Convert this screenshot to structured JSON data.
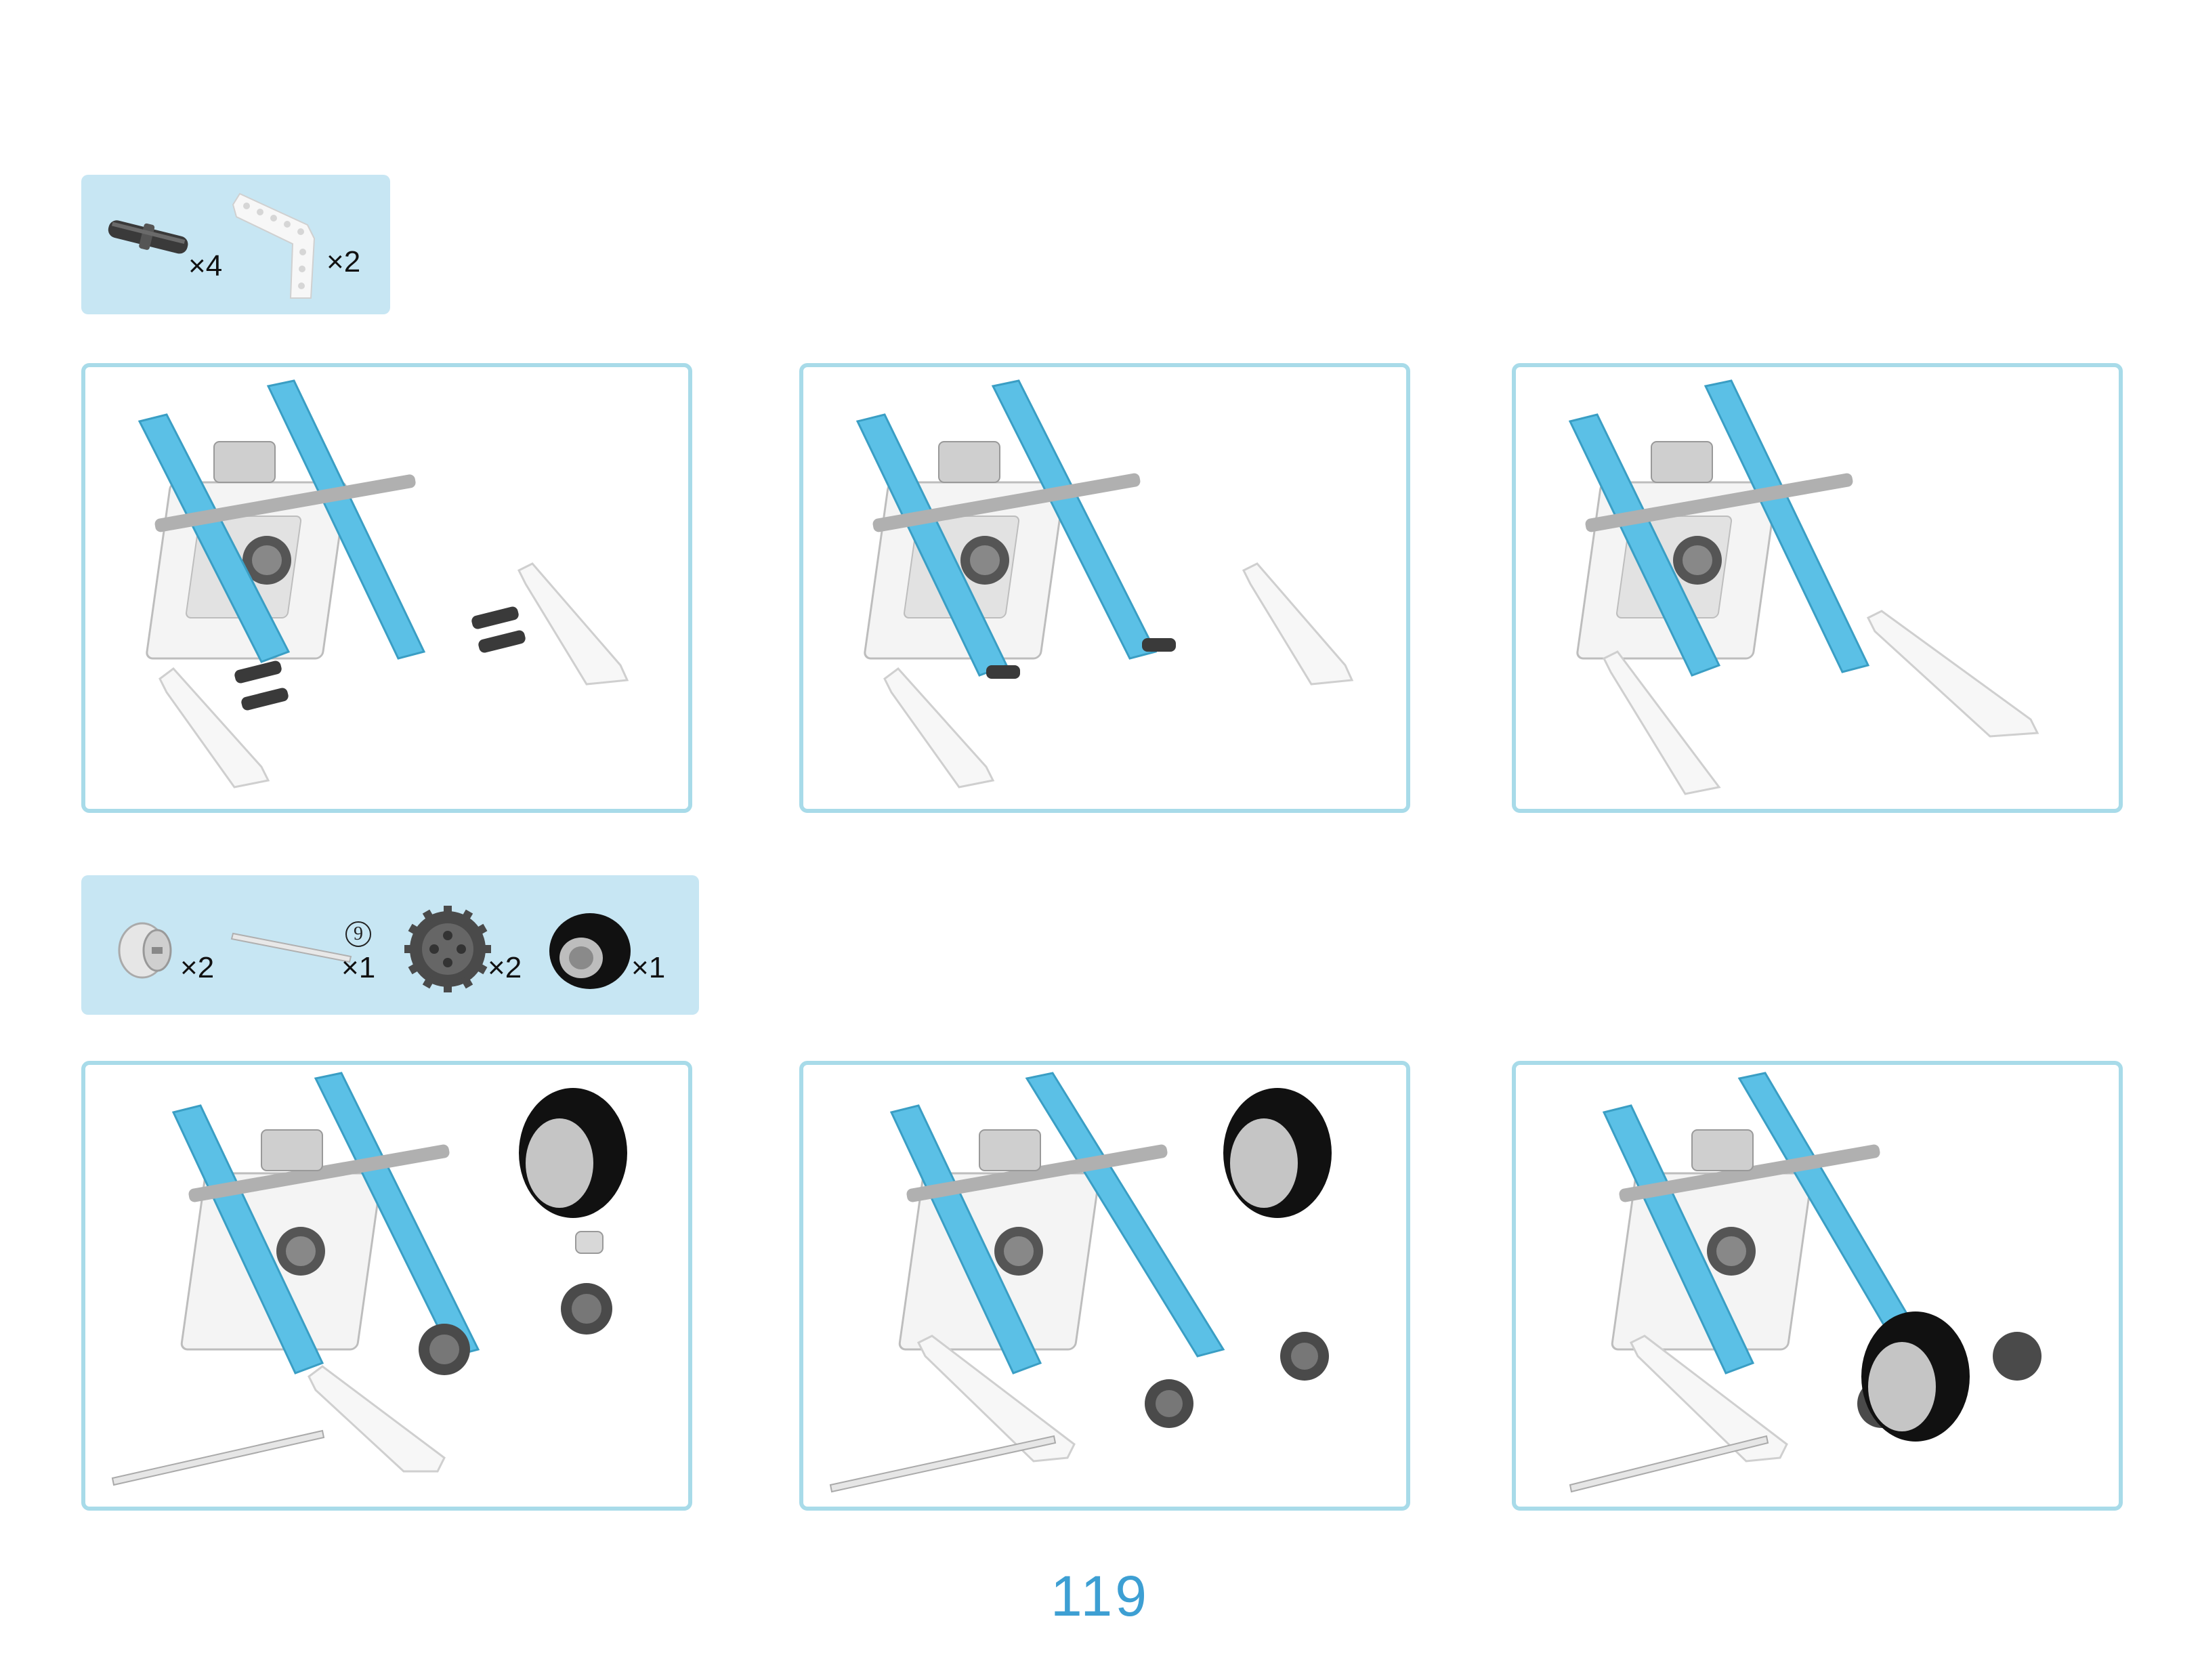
{
  "parts_box_1": {
    "items": [
      {
        "icon": "black-connector-pin-icon",
        "qty": "×4"
      },
      {
        "icon": "white-bent-beam-icon",
        "qty": "×2"
      }
    ]
  },
  "parts_box_2": {
    "items": [
      {
        "icon": "bushing-icon",
        "qty": "×2"
      },
      {
        "icon": "axle-icon",
        "qty": "×1",
        "length_badge": "9"
      },
      {
        "icon": "gear-icon",
        "qty": "×2"
      },
      {
        "icon": "wheel-icon",
        "qty": "×1"
      }
    ]
  },
  "steps": [
    {
      "id": 1,
      "parts": [
        "chassis",
        "pins",
        "bent-beams"
      ]
    },
    {
      "id": 2,
      "parts": [
        "chassis",
        "pins-inserted",
        "bent-beams"
      ]
    },
    {
      "id": 3,
      "parts": [
        "chassis",
        "bent-beams-attached"
      ]
    },
    {
      "id": 4,
      "parts": [
        "chassis",
        "wheel",
        "bushing",
        "gears",
        "axle"
      ]
    },
    {
      "id": 5,
      "parts": [
        "chassis",
        "wheel",
        "gears",
        "axle"
      ]
    },
    {
      "id": 6,
      "parts": [
        "chassis",
        "wheel-mounted",
        "gears",
        "axle"
      ]
    }
  ],
  "colors": {
    "accent_blue": "#5bc0e6",
    "frame": "#a8dbe9",
    "parts_bg": "#c7e6f3",
    "page_number": "#3d9fd3"
  },
  "page_number": "119"
}
